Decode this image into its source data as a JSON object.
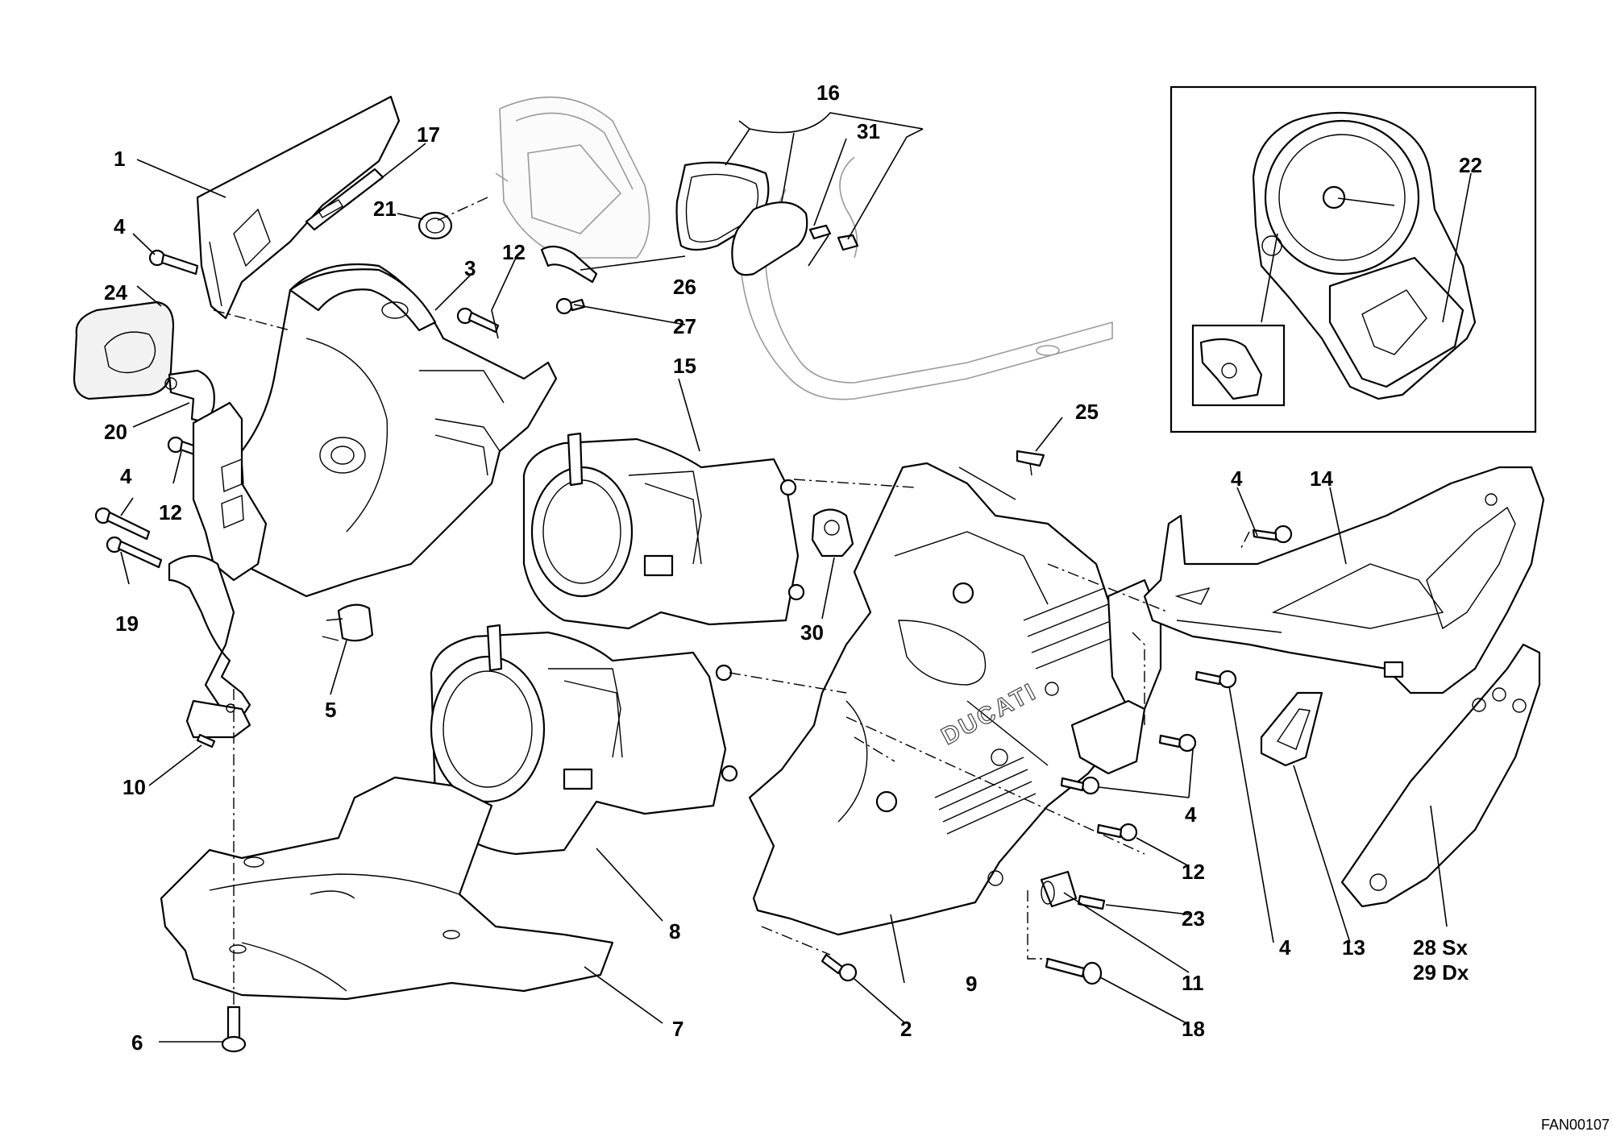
{
  "callouts": {
    "c1": "1",
    "c2": "2",
    "c3": "3",
    "c4a": "4",
    "c4b": "4",
    "c4c": "4",
    "c4d": "4",
    "c4e": "4",
    "c5": "5",
    "c6": "6",
    "c7": "7",
    "c8": "8",
    "c9": "9",
    "c10": "10",
    "c11": "11",
    "c12a": "12",
    "c12b": "12",
    "c12c": "12",
    "c13": "13",
    "c14": "14",
    "c15": "15",
    "c16": "16",
    "c17": "17",
    "c18": "18",
    "c19": "19",
    "c20": "20",
    "c21": "21",
    "c22": "22",
    "c23": "23",
    "c24": "24",
    "c25": "25",
    "c26": "26",
    "c27": "27",
    "c28": "28 Sx",
    "c29": "29 Dx",
    "c30": "30",
    "c31": "31"
  },
  "brand_text": "DUCATI",
  "figure_code": "FAN00107",
  "colors": {
    "line": "#000000",
    "faint": "#9a9a9a",
    "background": "#ffffff"
  }
}
